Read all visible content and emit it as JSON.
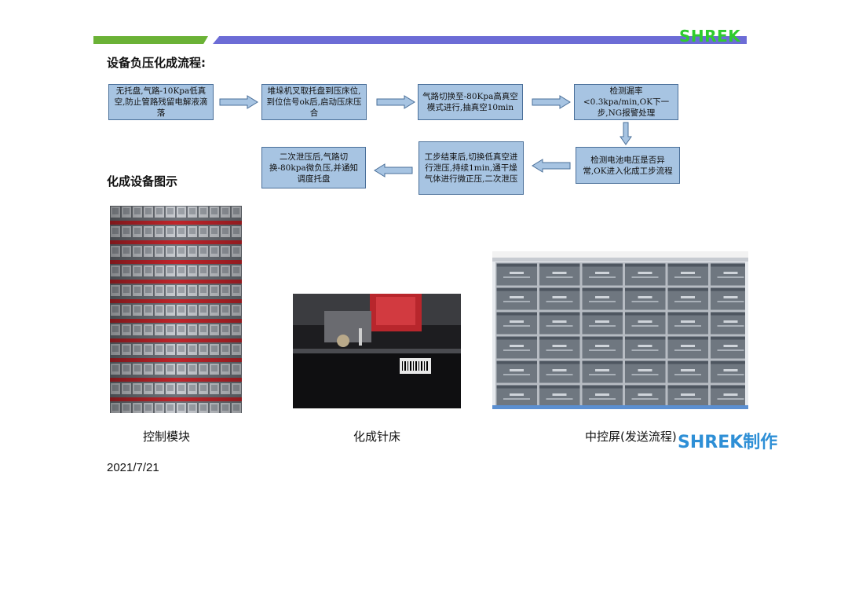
{
  "header": {
    "logo": "SHREK",
    "title": "设备负压化成流程:",
    "subtitle": "化成设备图示"
  },
  "flow": {
    "step1": "无托盘,气路-10Kpa低真空,防止管路残留电解液滴落",
    "step2": "堆垛机叉取托盘到压床位,到位信号ok后,启动压床压合",
    "step3": "气路切换至-80Kpa高真空模式进行,抽真空10min",
    "step4": "检测漏率<0.3kpa/min,OK下一步,NG报警处理",
    "step5": "检测电池电压是否异常,OK进入化成工步流程",
    "step6": "工步结束后,切换低真空进行泄压,持续1min,通干燥气体进行微正压,二次泄压",
    "step7": "二次泄压后,气路切换-80kpa微负压,并通知调度托盘"
  },
  "photos": {
    "cap1": "控制模块",
    "cap2": "化成针床",
    "cap3": "中控屏(发送流程)"
  },
  "footer": {
    "maker": "SHREK制作",
    "date": "2021/7/21"
  },
  "colors": {
    "box_fill": "#a7c4e2",
    "arrow_fill": "#a7c4e2",
    "bar_green": "#6bb236",
    "bar_purple": "#6c6cd6",
    "logo": "#2ecc2e",
    "maker": "#2e8fd6"
  }
}
